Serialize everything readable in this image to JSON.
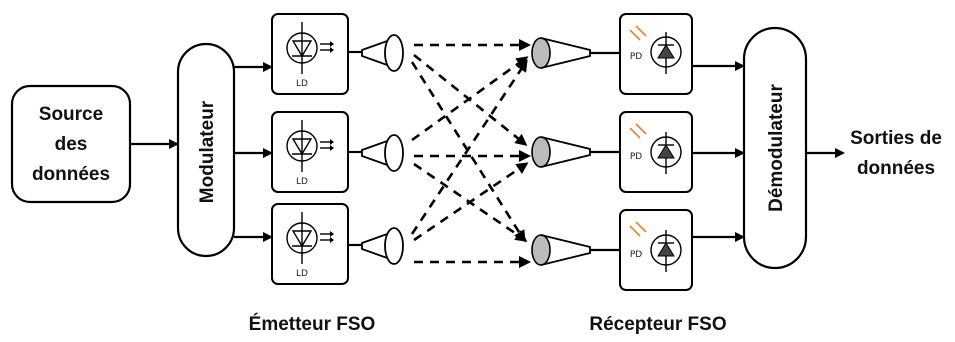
{
  "blocks": {
    "source": [
      "Source",
      "des",
      "données"
    ],
    "modulator": "Modulateur",
    "demodulator": "Démodulateur",
    "outputs": [
      "Sorties de",
      "données"
    ]
  },
  "device_labels": {
    "laser": "LD",
    "photodiode": "PD"
  },
  "sections": {
    "transmitter": "Émetteur FSO",
    "receiver": "Récepteur FSO"
  },
  "colors": {
    "photodiode_light": "#e8812a"
  }
}
